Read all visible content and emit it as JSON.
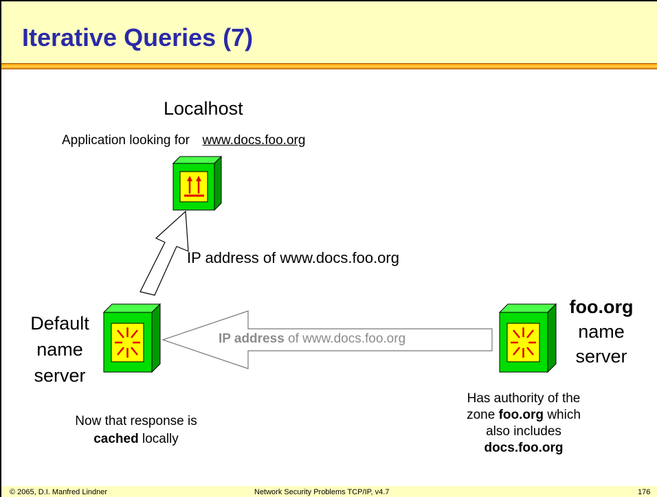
{
  "slide": {
    "title": "Iterative Queries (7)",
    "footer_left": "© 2065, D.I. Manfred Lindner",
    "footer_center": "Network Security Problems TCP/IP, v4.7",
    "page_number": "176"
  },
  "localhost": {
    "label": "Localhost",
    "app_prefix": "Application looking for",
    "app_target": "www.docs.foo.org"
  },
  "arrows": {
    "up_label": "IP address of www.docs.foo.org",
    "left_label_bold": "IP address",
    "left_label_rest": "of www.docs.foo.org"
  },
  "default_server": {
    "line1": "Default",
    "line2": "name",
    "line3": "server",
    "note_line1": "Now that response is",
    "note_bold": "cached",
    "note_rest": "locally"
  },
  "foo_server": {
    "name_bold": "foo.org",
    "line2": "name",
    "line3": "server",
    "note_line1": "Has authority of the",
    "note_zone_prefix": "zone",
    "note_zone_bold": "foo.org",
    "note_zone_suffix": "which",
    "note_line3": "also includes",
    "note_line4": "docs.foo.org"
  },
  "colors": {
    "cube_green": "#00dd00",
    "cube_dark": "#008800",
    "panel_yellow": "#ffff00",
    "symbol_red": "#e00000",
    "title_blue": "#2a2aa8",
    "gray_text": "#8c8c8c"
  },
  "icons": {
    "localhost": "host-cube-icon",
    "servers": "dns-server-cube-icon"
  }
}
